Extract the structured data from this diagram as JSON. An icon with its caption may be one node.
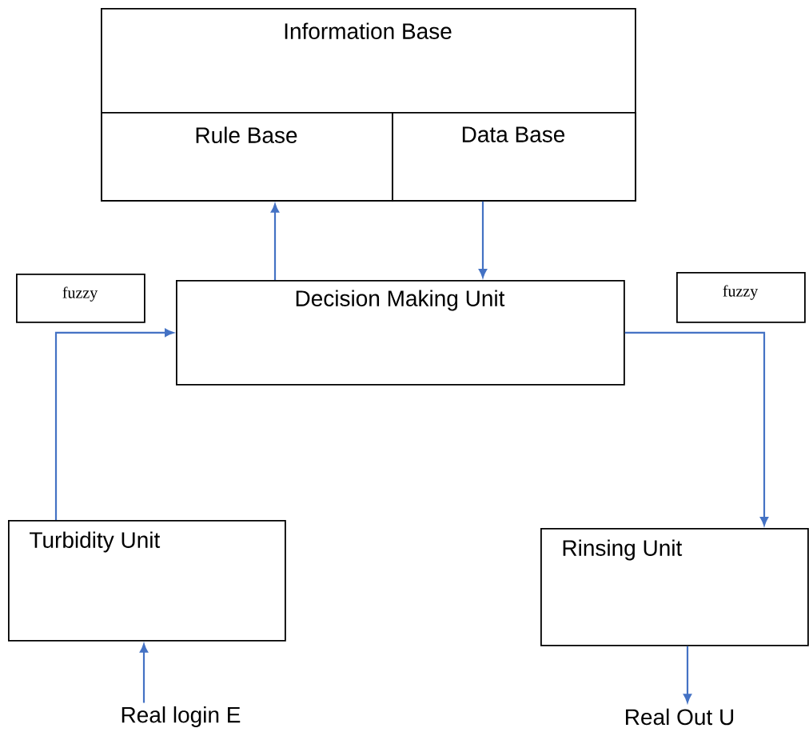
{
  "diagram": {
    "nodes": [
      {
        "text": [
          "Information Base"
        ]
      },
      {
        "text": [
          "Rule Base"
        ],
        "in": 0
      },
      {
        "text": [
          "Data Base"
        ],
        "in": 0
      },
      {
        "text": [
          "fuzzy"
        ]
      },
      {
        "text": [
          "Decision Making Unit"
        ]
      },
      {
        "text": [
          "fuzzy"
        ]
      },
      {
        "text": [
          "Turbidity Unit"
        ]
      },
      {
        "text": [
          "Rinsing Unit"
        ]
      },
      {
        "text": [
          "Real login E"
        ]
      },
      {
        "text": [
          "Real Out U"
        ]
      }
    ],
    "edges": [
      {
        "from": 4,
        "to": 1,
        "arrow": "to"
      },
      {
        "from": 2,
        "to": 4,
        "arrow": "to"
      },
      {
        "from": 6,
        "to": 4,
        "arrow": "to"
      },
      {
        "from": 4,
        "to": 7,
        "arrow": "to"
      },
      {
        "from": 8,
        "to": 6,
        "arrow": "to"
      },
      {
        "from": 7,
        "to": 9,
        "arrow": "to"
      }
    ]
  }
}
